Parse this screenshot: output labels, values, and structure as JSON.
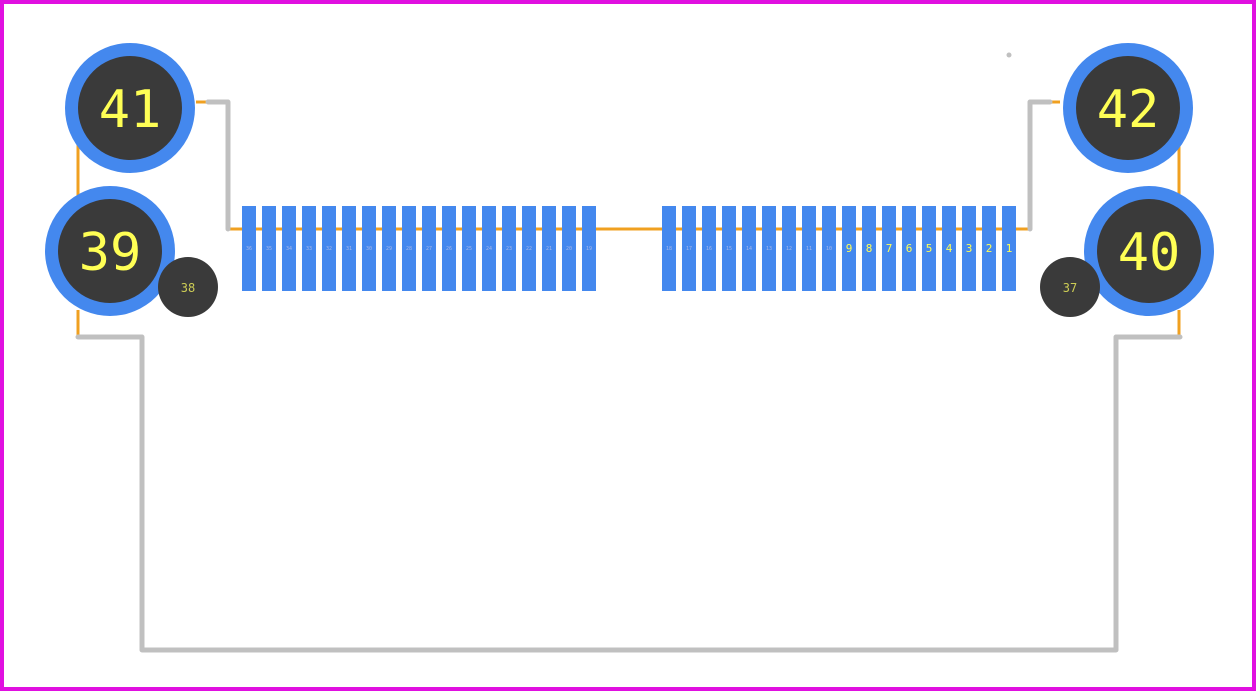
{
  "colors": {
    "board_outline": "#e010e0",
    "silkscreen": "#c0c0c0",
    "courtyard": "#f0a020",
    "pad": "#4488ee",
    "hole": "#3a3a3a",
    "label": "#ffff55",
    "small_label": "#a8b8e8"
  },
  "mounting_pads": [
    {
      "label": "41"
    },
    {
      "label": "42"
    },
    {
      "label": "39"
    },
    {
      "label": "40"
    }
  ],
  "holes": [
    {
      "label": "38"
    },
    {
      "label": "37"
    }
  ],
  "pads_left": [
    "36",
    "35",
    "34",
    "33",
    "32",
    "31",
    "30",
    "29",
    "28",
    "27",
    "26",
    "25",
    "24",
    "23",
    "22",
    "21",
    "20",
    "19"
  ],
  "pads_right": [
    "18",
    "17",
    "16",
    "15",
    "14",
    "13",
    "12",
    "11",
    "10",
    "9",
    "8",
    "7",
    "6",
    "5",
    "4",
    "3",
    "2",
    "1"
  ]
}
